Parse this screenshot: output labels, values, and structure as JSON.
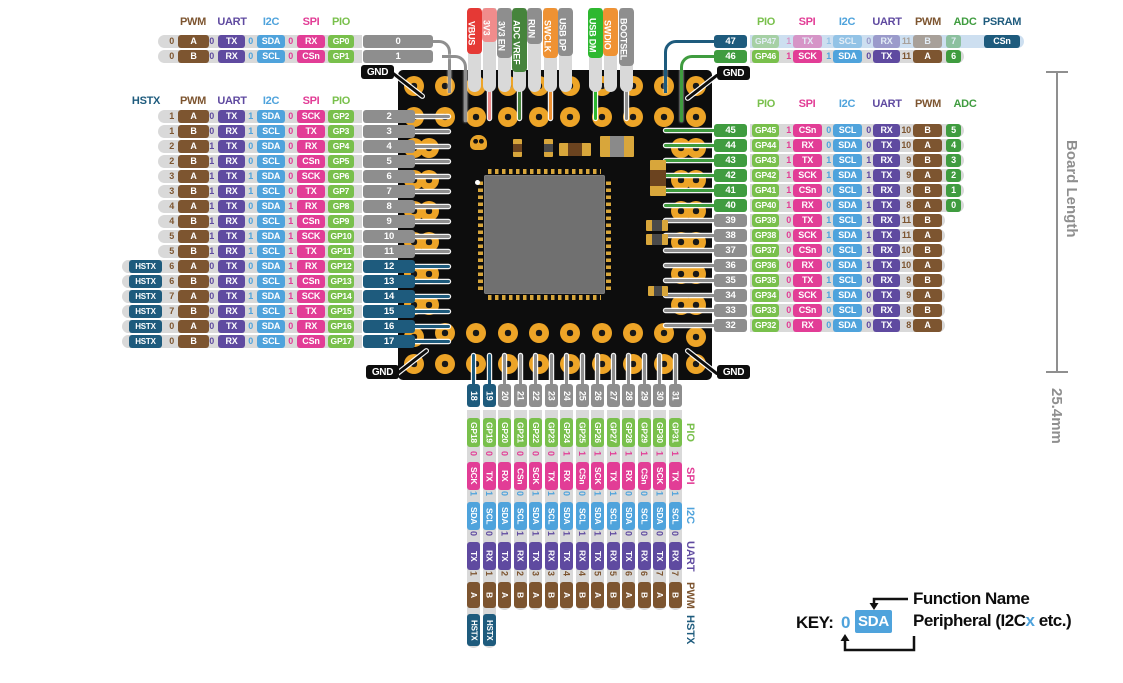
{
  "colors": {
    "pwm": "#7d5530",
    "uart": "#5f4aa0",
    "i2c": "#4fa3dc",
    "spi": "#e23d96",
    "pio": "#79c04c",
    "adc": "#3f9c3f",
    "hstx": "#1e5b7d",
    "psram": "#1e5b7d",
    "gray": "#8e8e8e",
    "pill": "#d9d9d9",
    "pill_psram": "#cddff0",
    "gnd": "#0d0d0d",
    "wire_gray": "#8f8f8f",
    "vbus_red": "#e53935",
    "v33_pink": "#f08c8c",
    "adc_vref_green": "#46843c",
    "swd_orange": "#ef9233",
    "usb_dm_green": "#2eb830",
    "board": "#0d0d0d",
    "pad_gold": "#eda427",
    "chip": "#707070",
    "key_blue": "#4fa3dc",
    "dim_gray": "#8f8f8f"
  },
  "headers": {
    "left_top": [
      "PWM",
      "UART",
      "I2C",
      "SPI",
      "PIO"
    ],
    "left_main": [
      "HSTX",
      "PWM",
      "UART",
      "I2C",
      "SPI",
      "PIO"
    ],
    "right_top": [
      "PIO",
      "SPI",
      "I2C",
      "UART",
      "PWM",
      "ADC",
      "PSRAM"
    ],
    "right_main": [
      "PIO",
      "SPI",
      "I2C",
      "UART",
      "PWM",
      "ADC"
    ],
    "bottom": [
      "PIO",
      "SPI",
      "I2C",
      "UART",
      "PWM",
      "HSTX"
    ]
  },
  "gnd": "GND",
  "top_pins": [
    {
      "label": "VBUS",
      "color": "vbus_red"
    },
    {
      "label": "3V3",
      "color": "v33_pink"
    },
    {
      "label": "3V3 EN",
      "color": "gray"
    },
    {
      "label": "ADC VREF",
      "color": "adc_vref_green"
    },
    {
      "label": "RUN",
      "color": "gray"
    },
    {
      "label": "SWCLK",
      "color": "swd_orange"
    },
    {
      "label": "USB DP",
      "color": "gray"
    },
    {
      "label": "USB DM",
      "color": "usb_dm_green"
    },
    {
      "label": "SWDIO",
      "color": "swd_orange"
    },
    {
      "label": "BOOTSEL",
      "color": "gray"
    }
  ],
  "left_top_rows": [
    {
      "pin": "0",
      "gp": "GP0",
      "pwm": [
        "0",
        "A"
      ],
      "uart": [
        "0",
        "TX"
      ],
      "i2c": [
        "0",
        "SDA"
      ],
      "spi": [
        "0",
        "RX"
      ],
      "tag": "gray"
    },
    {
      "pin": "1",
      "gp": "GP1",
      "pwm": [
        "0",
        "B"
      ],
      "uart": [
        "0",
        "RX"
      ],
      "i2c": [
        "0",
        "SCL"
      ],
      "spi": [
        "0",
        "CSn"
      ],
      "tag": "gray"
    }
  ],
  "left_rows": [
    {
      "pin": "2",
      "gp": "GP2",
      "hstx": false,
      "pwm": [
        "1",
        "A"
      ],
      "uart": [
        "0",
        "TX"
      ],
      "i2c": [
        "1",
        "SDA"
      ],
      "spi": [
        "0",
        "SCK"
      ],
      "tag": "gray"
    },
    {
      "pin": "3",
      "gp": "GP3",
      "hstx": false,
      "pwm": [
        "1",
        "B"
      ],
      "uart": [
        "0",
        "RX"
      ],
      "i2c": [
        "1",
        "SCL"
      ],
      "spi": [
        "0",
        "TX"
      ],
      "tag": "gray"
    },
    {
      "pin": "4",
      "gp": "GP4",
      "hstx": false,
      "pwm": [
        "2",
        "A"
      ],
      "uart": [
        "1",
        "TX"
      ],
      "i2c": [
        "0",
        "SDA"
      ],
      "spi": [
        "0",
        "RX"
      ],
      "tag": "gray"
    },
    {
      "pin": "5",
      "gp": "GP5",
      "hstx": false,
      "pwm": [
        "2",
        "B"
      ],
      "uart": [
        "1",
        "RX"
      ],
      "i2c": [
        "0",
        "SCL"
      ],
      "spi": [
        "0",
        "CSn"
      ],
      "tag": "gray"
    },
    {
      "pin": "6",
      "gp": "GP6",
      "hstx": false,
      "pwm": [
        "3",
        "A"
      ],
      "uart": [
        "1",
        "TX"
      ],
      "i2c": [
        "1",
        "SDA"
      ],
      "spi": [
        "0",
        "SCK"
      ],
      "tag": "gray"
    },
    {
      "pin": "7",
      "gp": "GP7",
      "hstx": false,
      "pwm": [
        "3",
        "B"
      ],
      "uart": [
        "1",
        "RX"
      ],
      "i2c": [
        "1",
        "SCL"
      ],
      "spi": [
        "0",
        "TX"
      ],
      "tag": "gray"
    },
    {
      "pin": "8",
      "gp": "GP8",
      "hstx": false,
      "pwm": [
        "4",
        "A"
      ],
      "uart": [
        "1",
        "TX"
      ],
      "i2c": [
        "0",
        "SDA"
      ],
      "spi": [
        "1",
        "RX"
      ],
      "tag": "gray"
    },
    {
      "pin": "9",
      "gp": "GP9",
      "hstx": false,
      "pwm": [
        "4",
        "B"
      ],
      "uart": [
        "1",
        "RX"
      ],
      "i2c": [
        "0",
        "SCL"
      ],
      "spi": [
        "1",
        "CSn"
      ],
      "tag": "gray"
    },
    {
      "pin": "10",
      "gp": "GP10",
      "hstx": false,
      "pwm": [
        "5",
        "A"
      ],
      "uart": [
        "1",
        "TX"
      ],
      "i2c": [
        "1",
        "SDA"
      ],
      "spi": [
        "1",
        "SCK"
      ],
      "tag": "gray"
    },
    {
      "pin": "11",
      "gp": "GP11",
      "hstx": false,
      "pwm": [
        "5",
        "B"
      ],
      "uart": [
        "1",
        "RX"
      ],
      "i2c": [
        "1",
        "SCL"
      ],
      "spi": [
        "1",
        "TX"
      ],
      "tag": "gray"
    },
    {
      "pin": "12",
      "gp": "GP12",
      "hstx": true,
      "pwm": [
        "6",
        "A"
      ],
      "uart": [
        "0",
        "TX"
      ],
      "i2c": [
        "0",
        "SDA"
      ],
      "spi": [
        "1",
        "RX"
      ],
      "tag": "hstx"
    },
    {
      "pin": "13",
      "gp": "GP13",
      "hstx": true,
      "pwm": [
        "6",
        "B"
      ],
      "uart": [
        "0",
        "RX"
      ],
      "i2c": [
        "0",
        "SCL"
      ],
      "spi": [
        "1",
        "CSn"
      ],
      "tag": "hstx"
    },
    {
      "pin": "14",
      "gp": "GP14",
      "hstx": true,
      "pwm": [
        "7",
        "A"
      ],
      "uart": [
        "0",
        "TX"
      ],
      "i2c": [
        "1",
        "SDA"
      ],
      "spi": [
        "1",
        "SCK"
      ],
      "tag": "hstx"
    },
    {
      "pin": "15",
      "gp": "GP15",
      "hstx": true,
      "pwm": [
        "7",
        "B"
      ],
      "uart": [
        "0",
        "RX"
      ],
      "i2c": [
        "1",
        "SCL"
      ],
      "spi": [
        "1",
        "TX"
      ],
      "tag": "hstx"
    },
    {
      "pin": "16",
      "gp": "GP16",
      "hstx": true,
      "pwm": [
        "0",
        "A"
      ],
      "uart": [
        "0",
        "TX"
      ],
      "i2c": [
        "0",
        "SDA"
      ],
      "spi": [
        "0",
        "RX"
      ],
      "tag": "hstx"
    },
    {
      "pin": "17",
      "gp": "GP17",
      "hstx": true,
      "pwm": [
        "0",
        "B"
      ],
      "uart": [
        "0",
        "RX"
      ],
      "i2c": [
        "0",
        "SCL"
      ],
      "spi": [
        "0",
        "CSn"
      ],
      "tag": "hstx"
    }
  ],
  "right_top_rows": [
    {
      "pin": "47",
      "gp": "GP47",
      "spi": [
        "1",
        "TX"
      ],
      "i2c": [
        "1",
        "SCL"
      ],
      "uart": [
        "0",
        "RX"
      ],
      "pwm": [
        "11",
        "B"
      ],
      "adc": "7",
      "psram": "CSn",
      "tag": "hstx",
      "faded": true
    },
    {
      "pin": "46",
      "gp": "GP46",
      "spi": [
        "1",
        "SCK"
      ],
      "i2c": [
        "1",
        "SDA"
      ],
      "uart": [
        "0",
        "TX"
      ],
      "pwm": [
        "11",
        "A"
      ],
      "adc": "6",
      "tag": "adc",
      "faded": false
    }
  ],
  "right_rows": [
    {
      "pin": "45",
      "gp": "GP45",
      "spi": [
        "1",
        "CSn"
      ],
      "i2c": [
        "0",
        "SCL"
      ],
      "uart": [
        "0",
        "RX"
      ],
      "pwm": [
        "10",
        "B"
      ],
      "adc": "5",
      "tag": "adc"
    },
    {
      "pin": "44",
      "gp": "GP44",
      "spi": [
        "1",
        "RX"
      ],
      "i2c": [
        "0",
        "SDA"
      ],
      "uart": [
        "0",
        "TX"
      ],
      "pwm": [
        "10",
        "A"
      ],
      "adc": "4",
      "tag": "adc"
    },
    {
      "pin": "43",
      "gp": "GP43",
      "spi": [
        "1",
        "TX"
      ],
      "i2c": [
        "1",
        "SCL"
      ],
      "uart": [
        "1",
        "RX"
      ],
      "pwm": [
        "9",
        "B"
      ],
      "adc": "3",
      "tag": "adc"
    },
    {
      "pin": "42",
      "gp": "GP42",
      "spi": [
        "1",
        "SCK"
      ],
      "i2c": [
        "1",
        "SDA"
      ],
      "uart": [
        "1",
        "TX"
      ],
      "pwm": [
        "9",
        "A"
      ],
      "adc": "2",
      "tag": "adc"
    },
    {
      "pin": "41",
      "gp": "GP41",
      "spi": [
        "1",
        "CSn"
      ],
      "i2c": [
        "0",
        "SCL"
      ],
      "uart": [
        "1",
        "RX"
      ],
      "pwm": [
        "8",
        "B"
      ],
      "adc": "1",
      "tag": "adc"
    },
    {
      "pin": "40",
      "gp": "GP40",
      "spi": [
        "1",
        "RX"
      ],
      "i2c": [
        "0",
        "SDA"
      ],
      "uart": [
        "1",
        "TX"
      ],
      "pwm": [
        "8",
        "A"
      ],
      "adc": "0",
      "tag": "adc"
    },
    {
      "pin": "39",
      "gp": "GP39",
      "spi": [
        "0",
        "TX"
      ],
      "i2c": [
        "1",
        "SCL"
      ],
      "uart": [
        "1",
        "RX"
      ],
      "pwm": [
        "11",
        "B"
      ],
      "adc": null,
      "tag": "gray"
    },
    {
      "pin": "38",
      "gp": "GP38",
      "spi": [
        "0",
        "SCK"
      ],
      "i2c": [
        "1",
        "SDA"
      ],
      "uart": [
        "1",
        "TX"
      ],
      "pwm": [
        "11",
        "A"
      ],
      "adc": null,
      "tag": "gray"
    },
    {
      "pin": "37",
      "gp": "GP37",
      "spi": [
        "0",
        "CSn"
      ],
      "i2c": [
        "0",
        "SCL"
      ],
      "uart": [
        "1",
        "RX"
      ],
      "pwm": [
        "10",
        "B"
      ],
      "adc": null,
      "tag": "gray"
    },
    {
      "pin": "36",
      "gp": "GP36",
      "spi": [
        "0",
        "RX"
      ],
      "i2c": [
        "0",
        "SDA"
      ],
      "uart": [
        "1",
        "TX"
      ],
      "pwm": [
        "10",
        "A"
      ],
      "adc": null,
      "tag": "gray"
    },
    {
      "pin": "35",
      "gp": "GP35",
      "spi": [
        "0",
        "TX"
      ],
      "i2c": [
        "1",
        "SCL"
      ],
      "uart": [
        "0",
        "RX"
      ],
      "pwm": [
        "9",
        "B"
      ],
      "adc": null,
      "tag": "gray"
    },
    {
      "pin": "34",
      "gp": "GP34",
      "spi": [
        "0",
        "SCK"
      ],
      "i2c": [
        "1",
        "SDA"
      ],
      "uart": [
        "0",
        "TX"
      ],
      "pwm": [
        "9",
        "A"
      ],
      "adc": null,
      "tag": "gray"
    },
    {
      "pin": "33",
      "gp": "GP33",
      "spi": [
        "0",
        "CSn"
      ],
      "i2c": [
        "0",
        "SCL"
      ],
      "uart": [
        "0",
        "RX"
      ],
      "pwm": [
        "8",
        "B"
      ],
      "adc": null,
      "tag": "gray"
    },
    {
      "pin": "32",
      "gp": "GP32",
      "spi": [
        "0",
        "RX"
      ],
      "i2c": [
        "0",
        "SDA"
      ],
      "uart": [
        "0",
        "TX"
      ],
      "pwm": [
        "8",
        "A"
      ],
      "adc": null,
      "tag": "gray"
    }
  ],
  "bottom_cols": [
    {
      "pin": "18",
      "gp": "GP18",
      "spi": [
        "0",
        "SCK"
      ],
      "i2c": [
        "1",
        "SDA"
      ],
      "uart": [
        "0",
        "TX"
      ],
      "pwm": [
        "1",
        "A"
      ],
      "hstx": true,
      "tag": "hstx"
    },
    {
      "pin": "19",
      "gp": "GP19",
      "spi": [
        "0",
        "TX"
      ],
      "i2c": [
        "1",
        "SCL"
      ],
      "uart": [
        "0",
        "RX"
      ],
      "pwm": [
        "1",
        "B"
      ],
      "hstx": true,
      "tag": "hstx"
    },
    {
      "pin": "20",
      "gp": "GP20",
      "spi": [
        "0",
        "RX"
      ],
      "i2c": [
        "0",
        "SDA"
      ],
      "uart": [
        "1",
        "TX"
      ],
      "pwm": [
        "2",
        "A"
      ],
      "hstx": false,
      "tag": "gray"
    },
    {
      "pin": "21",
      "gp": "GP21",
      "spi": [
        "0",
        "CSn"
      ],
      "i2c": [
        "0",
        "SCL"
      ],
      "uart": [
        "1",
        "RX"
      ],
      "pwm": [
        "2",
        "B"
      ],
      "hstx": false,
      "tag": "gray"
    },
    {
      "pin": "22",
      "gp": "GP22",
      "spi": [
        "0",
        "SCK"
      ],
      "i2c": [
        "1",
        "SDA"
      ],
      "uart": [
        "1",
        "TX"
      ],
      "pwm": [
        "3",
        "A"
      ],
      "hstx": false,
      "tag": "gray"
    },
    {
      "pin": "23",
      "gp": "GP23",
      "spi": [
        "0",
        "TX"
      ],
      "i2c": [
        "1",
        "SCL"
      ],
      "uart": [
        "1",
        "RX"
      ],
      "pwm": [
        "3",
        "B"
      ],
      "hstx": false,
      "tag": "gray"
    },
    {
      "pin": "24",
      "gp": "GP24",
      "spi": [
        "1",
        "RX"
      ],
      "i2c": [
        "0",
        "SDA"
      ],
      "uart": [
        "1",
        "TX"
      ],
      "pwm": [
        "4",
        "A"
      ],
      "hstx": false,
      "tag": "gray"
    },
    {
      "pin": "25",
      "gp": "GP25",
      "spi": [
        "1",
        "CSn"
      ],
      "i2c": [
        "0",
        "SCL"
      ],
      "uart": [
        "1",
        "RX"
      ],
      "pwm": [
        "4",
        "B"
      ],
      "hstx": false,
      "tag": "gray"
    },
    {
      "pin": "26",
      "gp": "GP26",
      "spi": [
        "1",
        "SCK"
      ],
      "i2c": [
        "1",
        "SDA"
      ],
      "uart": [
        "1",
        "TX"
      ],
      "pwm": [
        "5",
        "A"
      ],
      "hstx": false,
      "tag": "gray"
    },
    {
      "pin": "27",
      "gp": "GP27",
      "spi": [
        "1",
        "TX"
      ],
      "i2c": [
        "1",
        "SCL"
      ],
      "uart": [
        "1",
        "RX"
      ],
      "pwm": [
        "5",
        "B"
      ],
      "hstx": false,
      "tag": "gray"
    },
    {
      "pin": "28",
      "gp": "GP28",
      "spi": [
        "1",
        "RX"
      ],
      "i2c": [
        "0",
        "SDA"
      ],
      "uart": [
        "0",
        "TX"
      ],
      "pwm": [
        "6",
        "A"
      ],
      "hstx": false,
      "tag": "gray"
    },
    {
      "pin": "29",
      "gp": "GP29",
      "spi": [
        "1",
        "CSn"
      ],
      "i2c": [
        "0",
        "SCL"
      ],
      "uart": [
        "0",
        "RX"
      ],
      "pwm": [
        "6",
        "B"
      ],
      "hstx": false,
      "tag": "gray"
    },
    {
      "pin": "30",
      "gp": "GP30",
      "spi": [
        "1",
        "SCK"
      ],
      "i2c": [
        "1",
        "SDA"
      ],
      "uart": [
        "0",
        "TX"
      ],
      "pwm": [
        "7",
        "A"
      ],
      "hstx": false,
      "tag": "gray"
    },
    {
      "pin": "31",
      "gp": "GP31",
      "spi": [
        "1",
        "TX"
      ],
      "i2c": [
        "1",
        "SCL"
      ],
      "uart": [
        "0",
        "RX"
      ],
      "pwm": [
        "7",
        "B"
      ],
      "hstx": false,
      "tag": "gray"
    }
  ],
  "hstx_label": "HSTX",
  "dimension": {
    "board_length_label": "Board Length",
    "value": "25.4mm"
  },
  "key": {
    "prefix": "KEY:",
    "num": "0",
    "box": "SDA",
    "function_line": "Function Name",
    "peripheral_pre": "Peripheral (I2C",
    "peripheral_x": "x",
    "peripheral_post": " etc.)"
  }
}
